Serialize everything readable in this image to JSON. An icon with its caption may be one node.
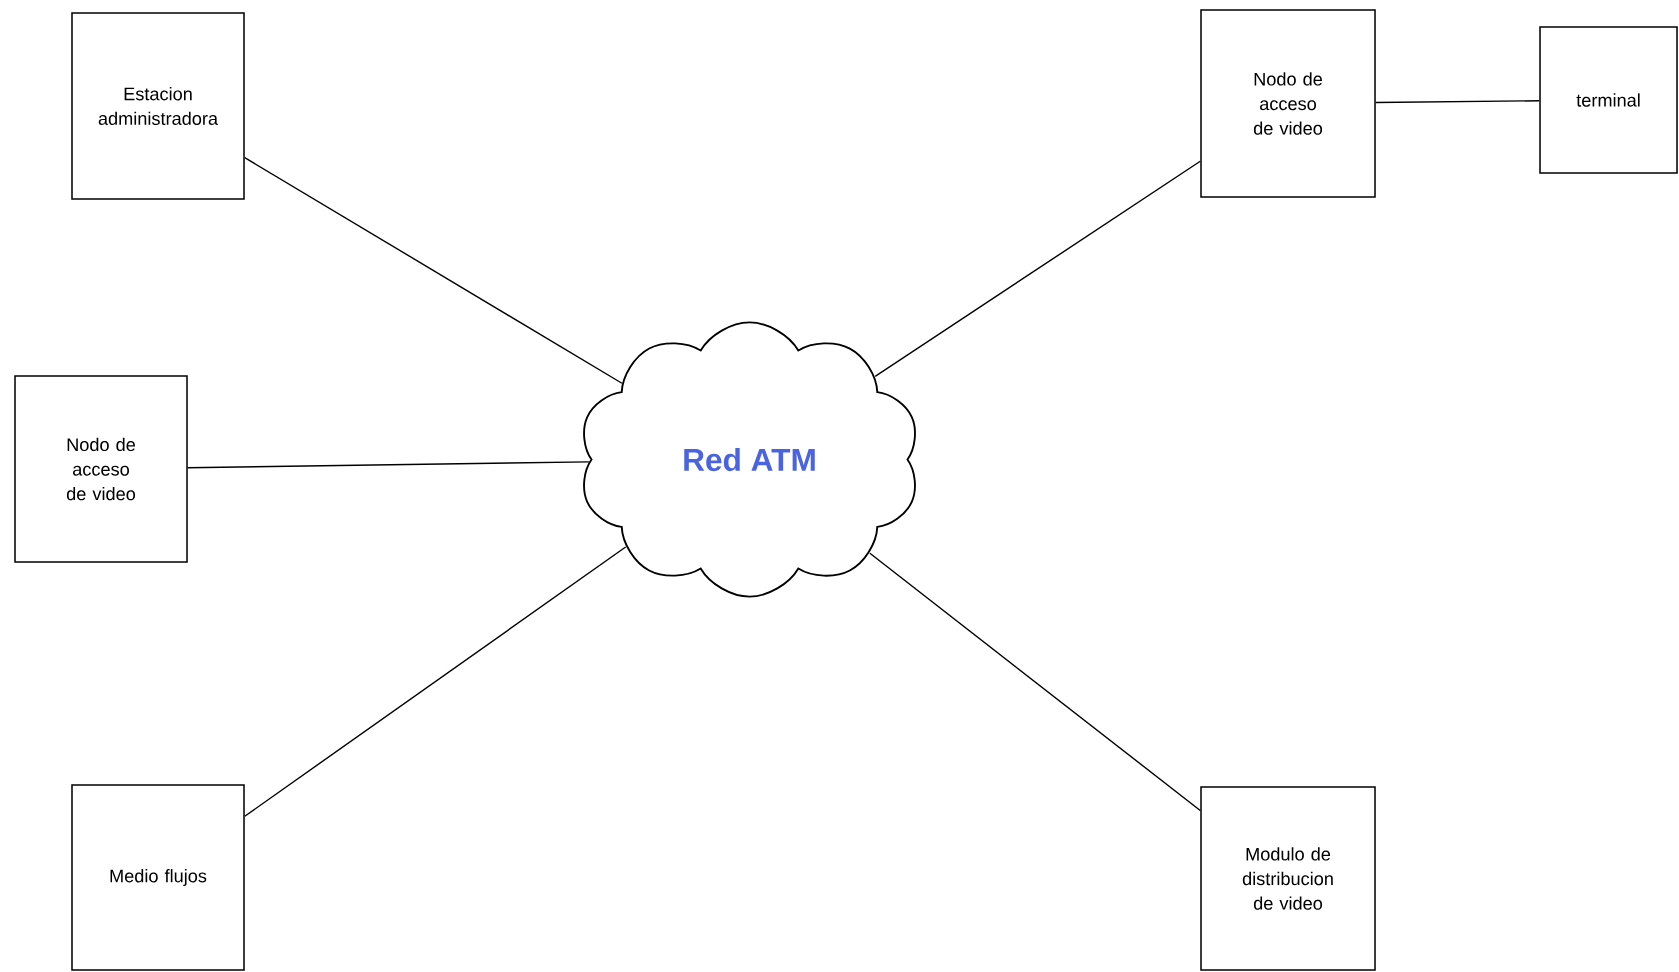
{
  "diagram": {
    "nodes": [
      {
        "text": [
          "Estacion administradora"
        ]
      },
      {
        "text": [
          "Nodo de acceso de video"
        ]
      },
      {
        "text": [
          "terminal"
        ]
      },
      {
        "text": [
          "Nodo de acceso de video"
        ]
      },
      {
        "text": [
          "Red ATM"
        ]
      },
      {
        "text": [
          "Medio flujos"
        ]
      },
      {
        "text": [
          "Modulo de distribucion de video"
        ]
      }
    ],
    "edges": [
      {
        "from": 0,
        "to": 4,
        "arrow": "none"
      },
      {
        "from": 4,
        "to": 1,
        "arrow": "none"
      },
      {
        "from": 1,
        "to": 2,
        "arrow": "none"
      },
      {
        "from": 3,
        "to": 4,
        "arrow": "none"
      },
      {
        "from": 5,
        "to": 4,
        "arrow": "none"
      },
      {
        "from": 4,
        "to": 6,
        "arrow": "none"
      }
    ]
  }
}
